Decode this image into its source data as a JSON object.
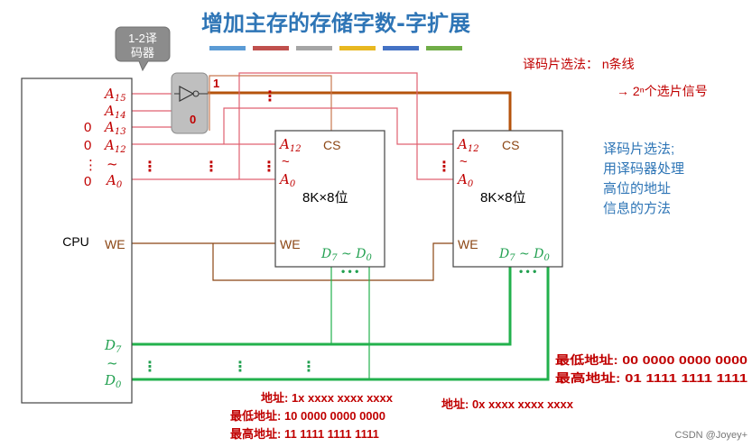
{
  "title": "增加主存的存储字数-字扩展",
  "title_bar_colors": [
    "#5b9bd5",
    "#c0504d",
    "#a5a5a5",
    "#e8b820",
    "#4472c4",
    "#70ad47"
  ],
  "decoder": {
    "bubble_label_line1": "1-2译",
    "bubble_label_line2": "码器",
    "out1": "1",
    "out0": "0"
  },
  "cpu": {
    "label": "CPU",
    "pin_a15": "A15",
    "pin_a14": "A14",
    "pin_a13": "A13",
    "pin_a12": "A12",
    "pin_a0": "A0",
    "tilde": "~",
    "bit0_a13": "0",
    "bit0_a12": "0",
    "bit0_a0": "0",
    "vdots": "⋮",
    "we": "WE",
    "pin_d7": "D7",
    "pin_d0": "D0"
  },
  "chip1": {
    "a12": "A12",
    "a0": "A0",
    "tilde": "~",
    "cs": "CS",
    "size": "8K×8位",
    "we": "WE",
    "data": "D7 ~ D0"
  },
  "chip2": {
    "a12": "A12",
    "a0": "A0",
    "tilde": "~",
    "cs": "CS",
    "size": "8K×8位",
    "we": "WE",
    "data": "D7 ~ D0"
  },
  "notes": {
    "chip_select_title": "译码片选法：  n条线",
    "chip_select_arrow": "→ 2ⁿ个选片信号",
    "desc_line1": "译码片选法;",
    "desc_line2": "用译码器处理",
    "desc_line3": "高位的地址",
    "desc_line4": "信息的方法"
  },
  "addresses": {
    "chip1_addr": "地址: 1x xxxx xxxx xxxx",
    "chip1_low": "最低地址: 10 0000 0000 0000",
    "chip1_high": "最高地址: 11 1111 1111 1111",
    "chip2_addr": "地址: 0x xxxx xxxx xxxx",
    "chip2_low": "最低地址: 00 0000 0000 0000",
    "chip2_high": "最高地址: 01 1111 1111 1111"
  },
  "watermark": "CSDN @Joyey+",
  "colors": {
    "red": "#c00000",
    "pink": "#e06070",
    "green": "#22b14c",
    "brown": "#8b4513",
    "blue_text": "#2e75b6"
  }
}
